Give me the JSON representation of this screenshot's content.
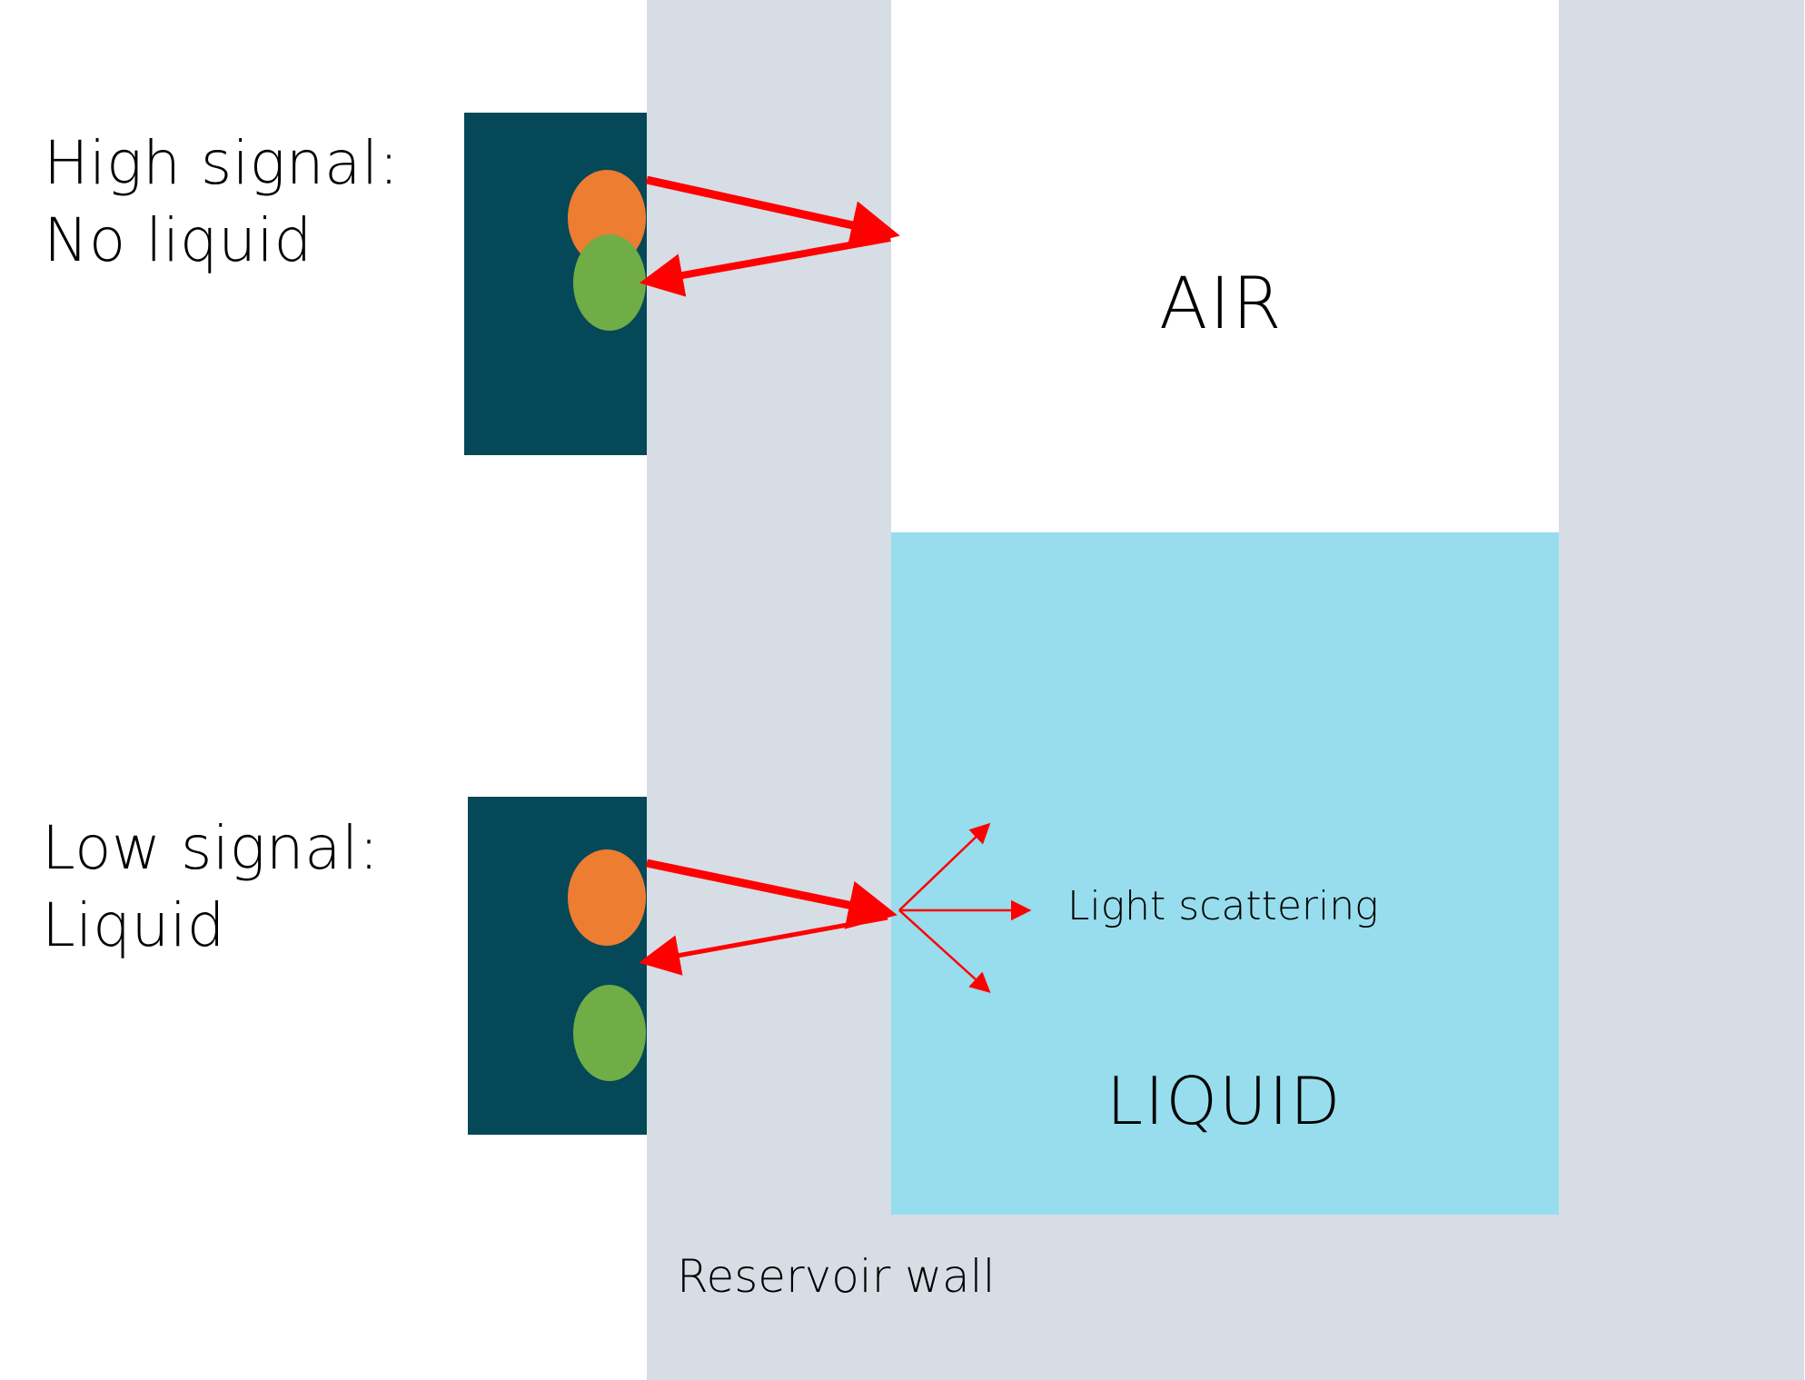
{
  "colors": {
    "wall": "#D6DDE5",
    "liquid": "#97DDED",
    "air": "#FFFFFF",
    "sensor_body": "#054857",
    "emitter": "#ED7D31",
    "receiver": "#70AD47",
    "light_ray": "#FF0000"
  },
  "labels": {
    "high_signal_line1": "High signal:",
    "high_signal_line2": "No liquid",
    "low_signal_line1": "Low signal:",
    "low_signal_line2": "Liquid",
    "air": "AIR",
    "liquid": "LIQUID",
    "light_scattering": "Light scattering",
    "reservoir_wall": "Reservoir wall"
  },
  "sensors": [
    {
      "state": "High signal",
      "condition": "No liquid",
      "reflection": "total internal reflection"
    },
    {
      "state": "Low signal",
      "condition": "Liquid",
      "reflection": "light scattering"
    }
  ]
}
